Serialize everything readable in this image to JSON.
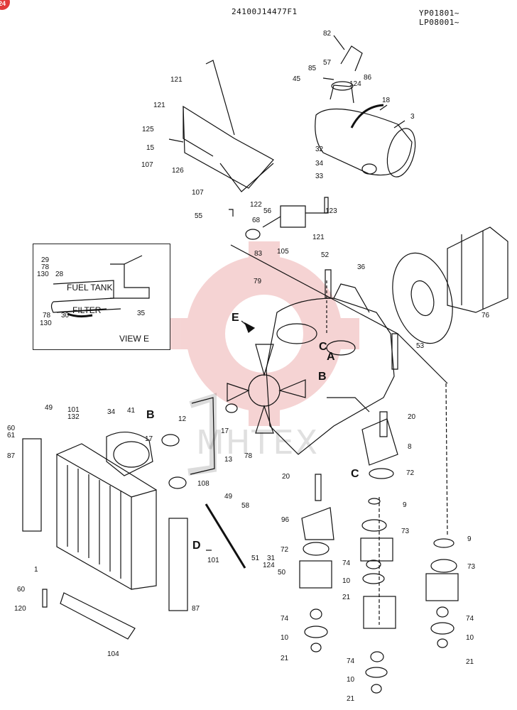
{
  "header": {
    "badge": "24",
    "code": "24100J14477F1",
    "serial_1": "YP01801~",
    "serial_2": "LP08001~"
  },
  "watermark": "MHTEX",
  "view_e": {
    "title": "VIEW  E",
    "fuel_tank": "FUEL TANK",
    "filter": "FILTER",
    "labels": [
      "29",
      "78",
      "130",
      "28",
      "35",
      "78",
      "130",
      "30"
    ]
  },
  "callouts": {
    "A": "A",
    "B": "B",
    "C": "C",
    "D": "D",
    "E": "E"
  },
  "parts": {
    "p82": "82",
    "p57": "57",
    "p85": "85",
    "p86": "86",
    "p45": "45",
    "p124a": "124",
    "p18": "18",
    "p3": "3",
    "p121a": "121",
    "p121b": "121",
    "p125": "125",
    "p15": "15",
    "p107a": "107",
    "p126": "126",
    "p107b": "107",
    "p55": "55",
    "p32": "32",
    "p34a": "34",
    "p33": "33",
    "p122": "122",
    "p56": "56",
    "p123": "123",
    "p68": "68",
    "p121c": "121",
    "p83": "83",
    "p105": "105",
    "p52": "52",
    "p36": "36",
    "p79": "79",
    "p76": "76",
    "p53": "53",
    "p49a": "49",
    "p101a": "101",
    "p132": "132",
    "p60a": "60",
    "p61": "61",
    "p34b": "34",
    "p41": "41",
    "p12": "12",
    "p17a": "17",
    "p17b": "17",
    "p87a": "87",
    "p13": "13",
    "p78": "78",
    "p20a": "20",
    "p8": "8",
    "p72a": "72",
    "p20b": "20",
    "p108": "108",
    "p49b": "49",
    "p58": "58",
    "p9a": "9",
    "p96": "96",
    "p73a": "73",
    "p72b": "72",
    "p9b": "9",
    "p1": "1",
    "p101b": "101",
    "p51": "51",
    "p31": "31",
    "p124b": "124",
    "p50": "50",
    "p74a": "74",
    "p10a": "10",
    "p21a": "21",
    "p73b": "73",
    "p60b": "60",
    "p87b": "87",
    "p120": "120",
    "p74b": "74",
    "p10b": "10",
    "p21b": "21",
    "p74c": "74",
    "p10c": "10",
    "p21c": "21",
    "p104": "104",
    "p74d": "74",
    "p10d": "10",
    "p21d": "21"
  }
}
